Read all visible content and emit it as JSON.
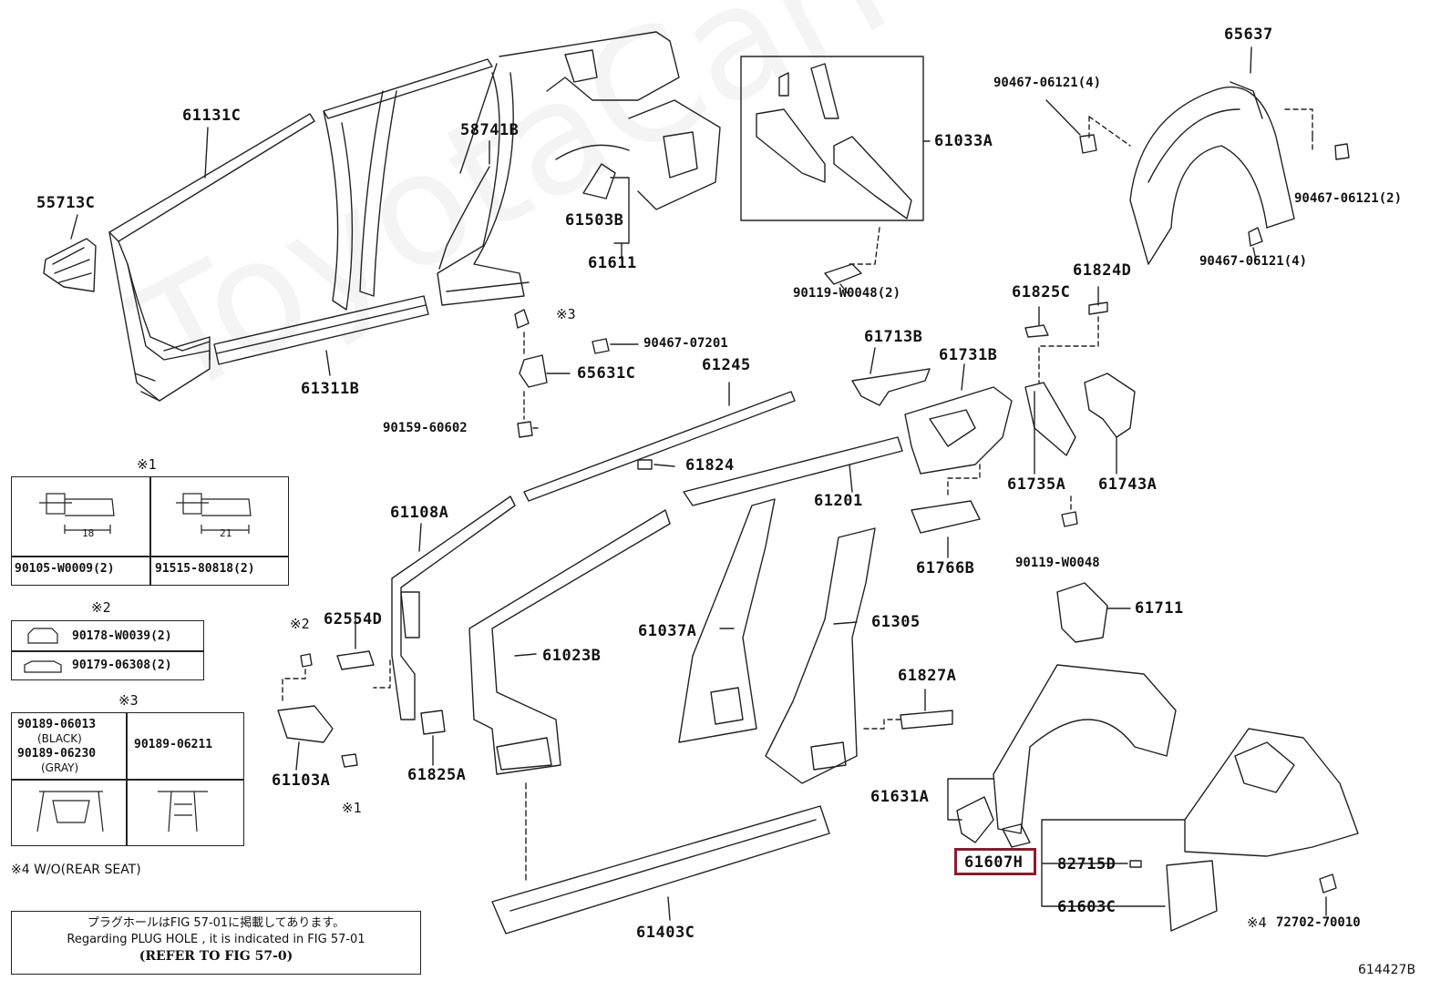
{
  "watermark": "ToyotaCarMine.ru",
  "diagram_id": "614427B",
  "highlight_color": "#8a1c2e",
  "parts": {
    "p61131C": "61131C",
    "p55713C": "55713C",
    "p58741B": "58741B",
    "p61503B": "61503B",
    "p61611": "61611",
    "p61311B": "61311B",
    "p61033A": "61033A",
    "p90119_W0048_2": "90119-W0048(2)",
    "p65637": "65637",
    "p90467_06121_4a": "90467-06121(4)",
    "p90467_06121_2": "90467-06121(2)",
    "p90467_06121_4b": "90467-06121(4)",
    "p61824D": "61824D",
    "p61825C": "61825C",
    "p90467_07201": "90467-07201",
    "p65631C": "65631C",
    "p90159_60602": "90159-60602",
    "p61245": "61245",
    "p61713B": "61713B",
    "p61731B": "61731B",
    "p61824": "61824",
    "p61201": "61201",
    "p61735A": "61735A",
    "p61743A": "61743A",
    "p90119_W0048": "90119-W0048",
    "p61108A": "61108A",
    "p61766B": "61766B",
    "p62554D": "62554D",
    "p61023B": "61023B",
    "p61037A": "61037A",
    "p61305": "61305",
    "p61711": "61711",
    "p61827A": "61827A",
    "p61103A": "61103A",
    "p61825A": "61825A",
    "p61631A": "61631A",
    "p61607H": "61607H",
    "p82715D": "82715D",
    "p61603C": "61603C",
    "p61403C": "61403C",
    "p72702_70010": "72702-70010"
  },
  "marks": {
    "m3": "※3",
    "m2": "※2",
    "m1": "※1",
    "m4": "※4"
  },
  "table1": {
    "title": "※1",
    "dim_a": "18",
    "dim_b": "21",
    "part_a": "90105-W0009(2)",
    "part_b": "91515-80818(2)"
  },
  "table2": {
    "title": "※2",
    "part_a": "90178-W0039(2)",
    "part_b": "90179-06308(2)"
  },
  "table3": {
    "title": "※3",
    "part_a": "90189-06013",
    "color_a": "(BLACK)",
    "part_b": "90189-06230",
    "color_b": "(GRAY)",
    "part_c": "90189-06211"
  },
  "footnote4": "※4 W/O(REAR SEAT)",
  "note": {
    "jp": "プラグホールはFIG 57-01に掲載してあります。",
    "en": "Regarding PLUG HOLE , it is indicated in FIG 57-01",
    "ref": "(REFER TO FIG 57-0)"
  }
}
